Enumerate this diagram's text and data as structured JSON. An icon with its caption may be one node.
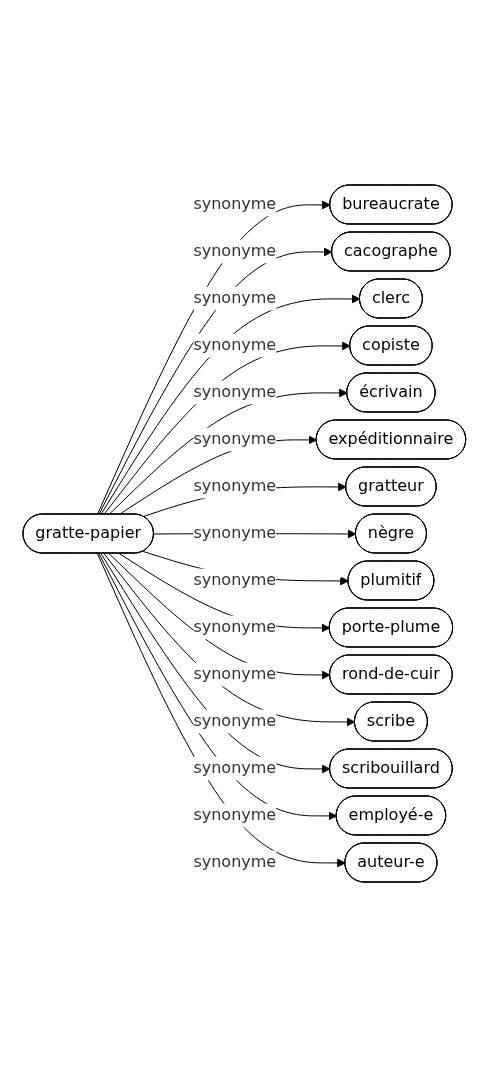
{
  "diagram": {
    "nodes": [
      {
        "text": [
          "gratte-papier"
        ]
      },
      {
        "text": [
          "bureaucrate"
        ]
      },
      {
        "text": [
          "cacographe"
        ]
      },
      {
        "text": [
          "clerc"
        ]
      },
      {
        "text": [
          "copiste"
        ]
      },
      {
        "text": [
          "écrivain"
        ]
      },
      {
        "text": [
          "expéditionnaire"
        ]
      },
      {
        "text": [
          "gratteur"
        ]
      },
      {
        "text": [
          "nègre"
        ]
      },
      {
        "text": [
          "plumitif"
        ]
      },
      {
        "text": [
          "porte-plume"
        ]
      },
      {
        "text": [
          "rond-de-cuir"
        ]
      },
      {
        "text": [
          "scribe"
        ]
      },
      {
        "text": [
          "scribouillard"
        ]
      },
      {
        "text": [
          "employé-e"
        ]
      },
      {
        "text": [
          "auteur-e"
        ]
      }
    ],
    "edges": [
      {
        "from": 0,
        "to": 1,
        "arrow": "to",
        "label": "synonyme"
      },
      {
        "from": 0,
        "to": 2,
        "arrow": "to",
        "label": "synonyme"
      },
      {
        "from": 0,
        "to": 3,
        "arrow": "to",
        "label": "synonyme"
      },
      {
        "from": 0,
        "to": 4,
        "arrow": "to",
        "label": "synonyme"
      },
      {
        "from": 0,
        "to": 5,
        "arrow": "to",
        "label": "synonyme"
      },
      {
        "from": 0,
        "to": 6,
        "arrow": "to",
        "label": "synonyme"
      },
      {
        "from": 0,
        "to": 7,
        "arrow": "to",
        "label": "synonyme"
      },
      {
        "from": 0,
        "to": 8,
        "arrow": "to",
        "label": "synonyme"
      },
      {
        "from": 0,
        "to": 9,
        "arrow": "to",
        "label": "synonyme"
      },
      {
        "from": 0,
        "to": 10,
        "arrow": "to",
        "label": "synonyme"
      },
      {
        "from": 0,
        "to": 11,
        "arrow": "to",
        "label": "synonyme"
      },
      {
        "from": 0,
        "to": 12,
        "arrow": "to",
        "label": "synonyme"
      },
      {
        "from": 0,
        "to": 13,
        "arrow": "to",
        "label": "synonyme"
      },
      {
        "from": 0,
        "to": 14,
        "arrow": "to",
        "label": "synonyme"
      },
      {
        "from": 0,
        "to": 15,
        "arrow": "to",
        "label": "synonyme"
      }
    ]
  }
}
